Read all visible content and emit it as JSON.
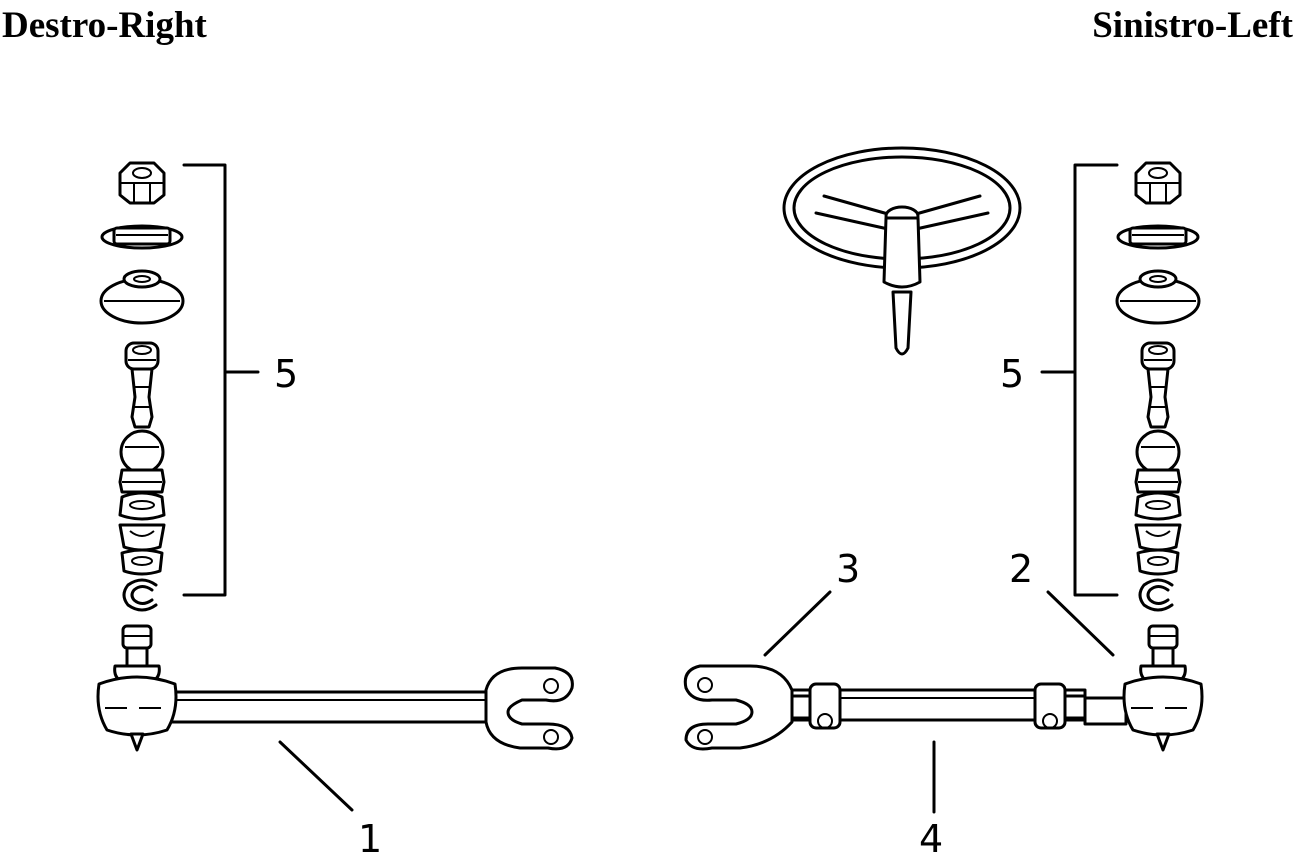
{
  "header": {
    "right_side_label": "Destro-Right",
    "left_side_label": "Sinistro-Left"
  },
  "callouts": {
    "c1": "1",
    "c2": "2",
    "c3": "3",
    "c4": "4",
    "c5_right": "5",
    "c5_left": "5"
  },
  "parts": [
    {
      "ref": "1",
      "name": "tie-rod-right"
    },
    {
      "ref": "2",
      "name": "tie-rod-end-left"
    },
    {
      "ref": "3",
      "name": "yoke-left"
    },
    {
      "ref": "4",
      "name": "adjustable-tie-rod-left"
    },
    {
      "ref": "5",
      "name": "ball-joint-kit"
    }
  ]
}
